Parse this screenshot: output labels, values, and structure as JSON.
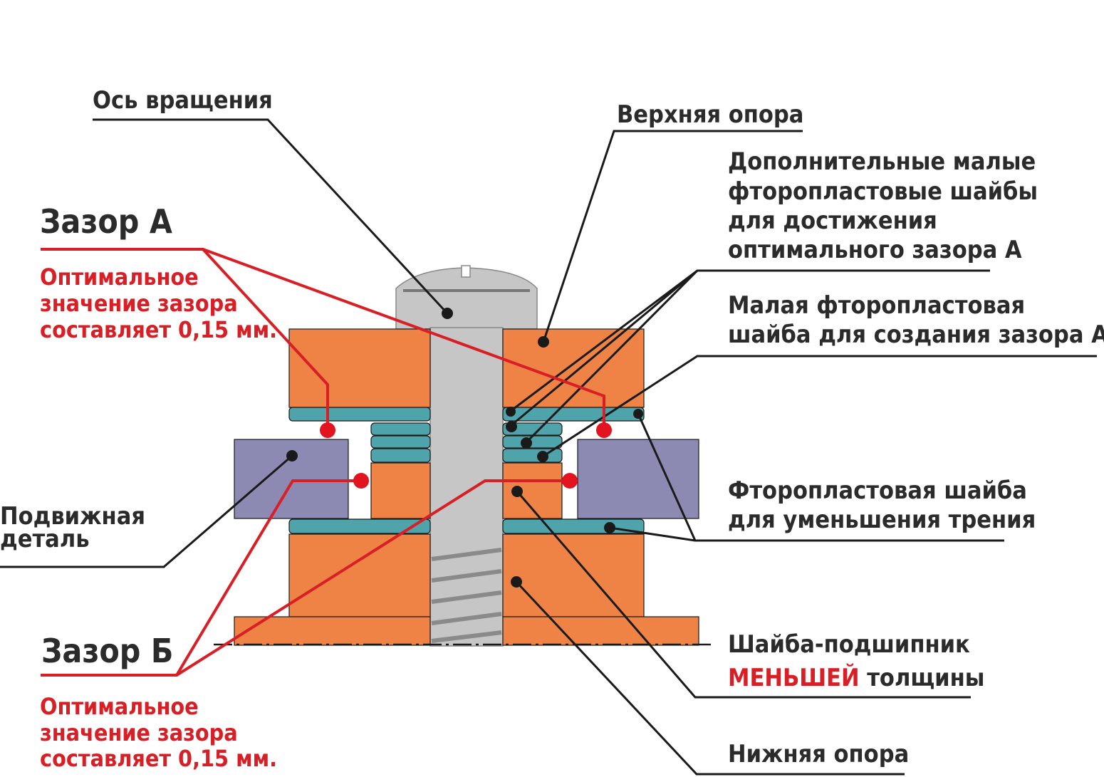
{
  "labels": {
    "axis": "Ось вращения",
    "upper_support": "Верхняя опора",
    "extra_washers": [
      "Дополнительные малые",
      "фторопластовые шайбы",
      "для достижения",
      "оптимального зазора А"
    ],
    "small_washer": [
      "Малая фторопластовая",
      "шайба для создания зазора А"
    ],
    "friction_washer": [
      "Фторопластовая шайба",
      "для уменьшения трения"
    ],
    "bearing_washer_line1": "Шайба-подшипник",
    "bearing_washer_emph": "МЕНЬШЕЙ",
    "bearing_washer_rest": " толщины",
    "lower_support": "Нижняя опора",
    "moving_part": [
      "Подвижная",
      "деталь"
    ],
    "gap_a_title": "Зазор А",
    "gap_a_note": [
      "Оптимальное",
      "значение зазора",
      "составляет 0,15 мм."
    ],
    "gap_b_title": "Зазор Б",
    "gap_b_note": [
      "Оптимальное",
      "значение зазора",
      "составляет 0,15 мм."
    ]
  },
  "colors": {
    "support": "#ef8346",
    "washer": "#4ea4aa",
    "moving_part": "#8c8ab2",
    "screw": "#c6c6c6",
    "accent": "#d81f26",
    "text": "#2b2b2b"
  }
}
